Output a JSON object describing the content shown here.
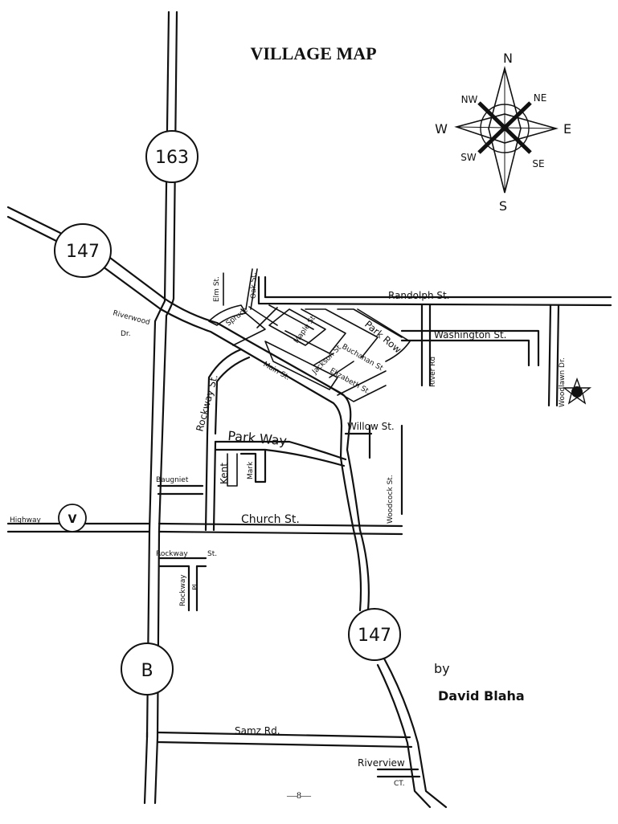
{
  "title": "VILLAGE MAP",
  "compass": {
    "n": "N",
    "ne": "NE",
    "e": "E",
    "se": "SE",
    "s": "S",
    "sw": "SW",
    "w": "W",
    "nw": "NW"
  },
  "shields": {
    "r163": "163",
    "r147_nw": "147",
    "r147_s": "147",
    "b": "B",
    "v": "V"
  },
  "streets": {
    "randolph": "Randolph St.",
    "washington": "Washington St.",
    "woodlawn": "Woodlawn Dr.",
    "river_rd": "River Rd",
    "park_row": "Park Row",
    "elm": "Elm St.",
    "oak": "Oak St.",
    "spruce": "Spruce",
    "maple": "Maple St.",
    "jackson": "Jackson St",
    "buchanan": "Buchanan St",
    "elizabeth": "Elizabeth St.",
    "main": "Main St.",
    "riverwood": "Riverwood",
    "riverwood_dr": "Dr.",
    "rockway_st": "Rockway St.",
    "park_way": "Park Way",
    "kent": "Kent",
    "mark": "Mark",
    "willow": "Willow St.",
    "woodcock": "Woodcock St.",
    "baugniet": "Baugniet",
    "highway": "Highway",
    "church": "Church St.",
    "rockway_lower": "Rockway",
    "rockway_lower_st": "St.",
    "rockway_pl": "Rockway",
    "rockway_pl2": "Pl.",
    "samz": "Samz Rd.",
    "riverview": "Riverview",
    "riverview_ct": "CT."
  },
  "credit": {
    "by": "by",
    "author": "David Blaha"
  },
  "page_number": "—8—"
}
